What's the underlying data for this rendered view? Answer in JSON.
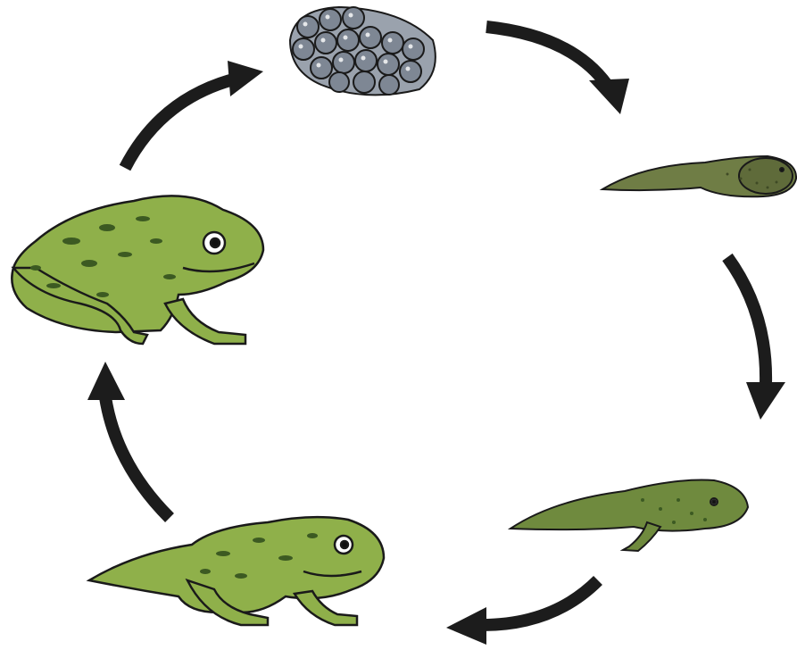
{
  "diagram": {
    "kind": "cycle",
    "stages": [
      {
        "id": "eggs",
        "icon": "frog-eggs-icon"
      },
      {
        "id": "tadpole",
        "icon": "tadpole-icon"
      },
      {
        "id": "tadpole-with-legs",
        "icon": "tadpole-with-legs-icon"
      },
      {
        "id": "froglet",
        "icon": "froglet-icon"
      },
      {
        "id": "adult-frog",
        "icon": "adult-frog-icon"
      }
    ],
    "arrow_direction": "clockwise",
    "colors": {
      "arrow": "#1c1c1c",
      "frog_body": "#8fb04a",
      "frog_outline": "#1a1a1a",
      "frog_spots": "#3c5a22",
      "egg": "#8e96a3",
      "tadpole": "#6f7d45"
    }
  }
}
